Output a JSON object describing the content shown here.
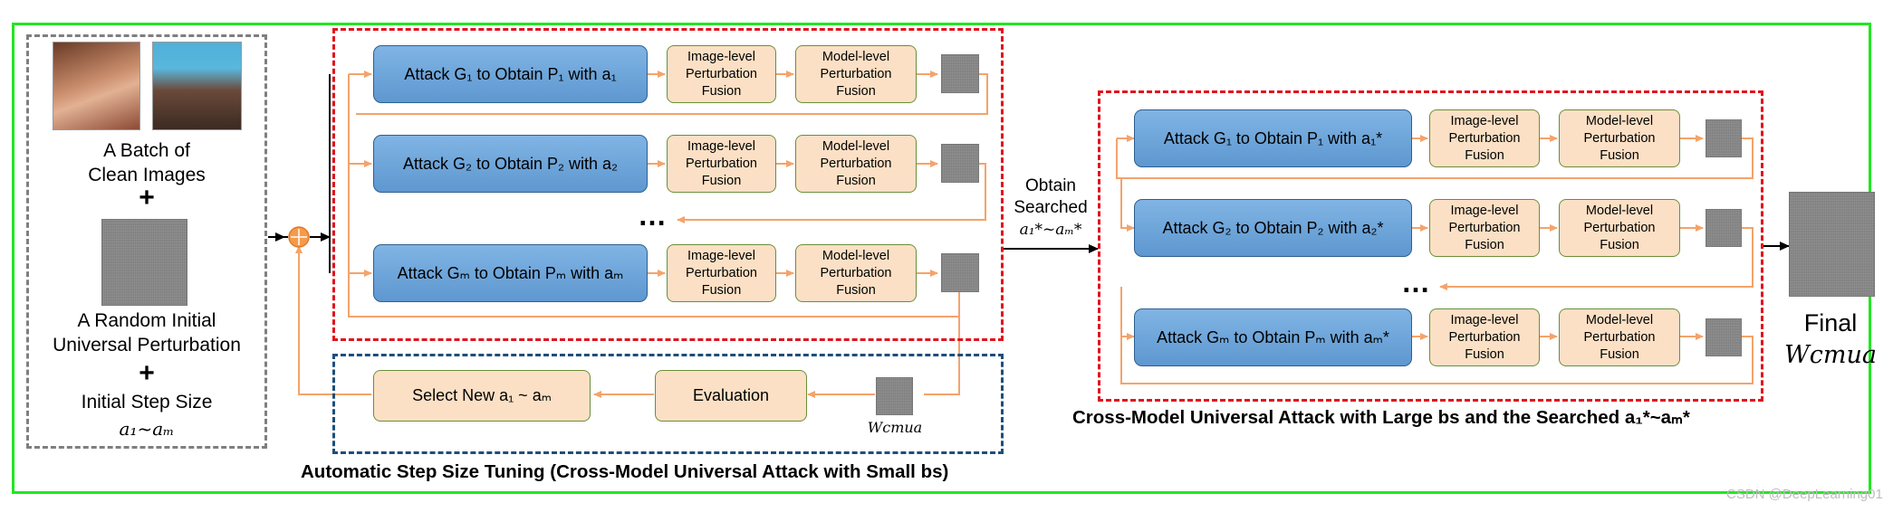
{
  "left_panel": {
    "batch_label_1": "A Batch of",
    "batch_label_2": "Clean Images",
    "plus": "+",
    "perturbation_label_1": "A Random Initial",
    "perturbation_label_2": "Universal Perturbation",
    "step_label": "Initial Step Size",
    "step_range": "a₁~aₘ"
  },
  "search_stage": {
    "rows": [
      {
        "attack_label": "Attack G₁ to Obtain P₁ with a₁",
        "image_fusion": "Image-level\nPerturbation\nFusion",
        "model_fusion": "Model-level\nPerturbation\nFusion"
      },
      {
        "attack_label": "Attack G₂ to Obtain P₂ with a₂",
        "image_fusion": "Image-level\nPerturbation\nFusion",
        "model_fusion": "Model-level\nPerturbation\nFusion"
      },
      {
        "attack_label": "Attack Gₘ to Obtain Pₘ with aₘ",
        "image_fusion": "Image-level\nPerturbation\nFusion",
        "model_fusion": "Model-level\nPerturbation\nFusion"
      }
    ],
    "ellipsis": "…",
    "select_label": "Select New a₁ ~ aₘ",
    "evaluation_label": "Evaluation",
    "wcmua_label": "Wcmua",
    "caption": "Automatic Step Size Tuning (Cross-Model Universal Attack with Small bs)"
  },
  "transition": {
    "line1": "Obtain",
    "line2": "Searched",
    "line3": "a₁*~aₘ*"
  },
  "final_stage": {
    "rows": [
      {
        "attack_label": "Attack G₁ to Obtain P₁ with a₁*",
        "image_fusion": "Image-level\nPerturbation\nFusion",
        "model_fusion": "Model-level\nPerturbation\nFusion"
      },
      {
        "attack_label": "Attack G₂ to Obtain P₂ with a₂*",
        "image_fusion": "Image-level\nPerturbation\nFusion",
        "model_fusion": "Model-level\nPerturbation\nFusion"
      },
      {
        "attack_label": "Attack Gₘ to Obtain Pₘ with aₘ*",
        "image_fusion": "Image-level\nPerturbation\nFusion",
        "model_fusion": "Model-level\nPerturbation\nFusion"
      }
    ],
    "ellipsis": "…",
    "caption": "Cross-Model Universal Attack with Large bs and the Searched a₁*~aₘ*"
  },
  "output": {
    "final_label": "Final",
    "wcmua_label": "Wcmua"
  },
  "watermark": "CSDN @DeepLearning01",
  "colors": {
    "outer_border": "#22e622",
    "red_dash": "#e0141e",
    "navy_dash": "#1f4e79",
    "attack_box": "#6fa8dc",
    "fusion_box": "#fbe0c5",
    "arrow": "#f4a36b",
    "adder": "#f59a4a"
  }
}
